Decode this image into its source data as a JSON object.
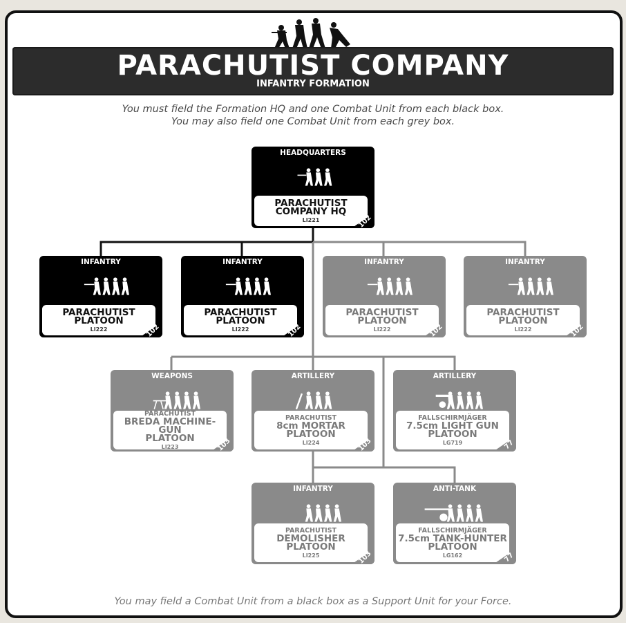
{
  "title": "PARACHUTIST COMPANY",
  "subtitle": "INFANTRY FORMATION",
  "instructions": [
    "You must field the Formation HQ and one Combat Unit from each black box.",
    "You may also field one Combat Unit from each grey box."
  ],
  "footer": "You may field a Combat Unit from a black box as a Support Unit for your Force.",
  "cards": [
    {
      "category": "HEADQUARTERS",
      "prefix": "",
      "name_lines": [
        "PARACHUTIST",
        "COMPANY HQ"
      ],
      "code": "LI221",
      "page": "102",
      "style": "black",
      "icon": "hq-soldiers-icon"
    },
    {
      "category": "INFANTRY",
      "prefix": "",
      "name_lines": [
        "PARACHUTIST",
        "PLATOON"
      ],
      "code": "LI222",
      "page": "102",
      "style": "black",
      "icon": "infantry-soldiers-icon"
    },
    {
      "category": "INFANTRY",
      "prefix": "",
      "name_lines": [
        "PARACHUTIST",
        "PLATOON"
      ],
      "code": "LI222",
      "page": "102",
      "style": "black",
      "icon": "infantry-soldiers-icon"
    },
    {
      "category": "INFANTRY",
      "prefix": "",
      "name_lines": [
        "PARACHUTIST",
        "PLATOON"
      ],
      "code": "LI222",
      "page": "102",
      "style": "grey",
      "icon": "infantry-soldiers-icon"
    },
    {
      "category": "INFANTRY",
      "prefix": "",
      "name_lines": [
        "PARACHUTIST",
        "PLATOON"
      ],
      "code": "LI222",
      "page": "102",
      "style": "grey",
      "icon": "infantry-soldiers-icon"
    },
    {
      "category": "WEAPONS",
      "prefix": "PARACHUTIST",
      "name_lines": [
        "BREDA MACHINE-GUN",
        "PLATOON"
      ],
      "code": "LI223",
      "page": "103",
      "style": "grey",
      "icon": "machine-gun-team-icon"
    },
    {
      "category": "ARTILLERY",
      "prefix": "PARACHUTIST",
      "name_lines": [
        "8cm MORTAR",
        "PLATOON"
      ],
      "code": "LI224",
      "page": "103",
      "style": "grey",
      "icon": "mortar-team-icon"
    },
    {
      "category": "ARTILLERY",
      "prefix": "FALLSCHIRMJÄGER",
      "name_lines": [
        "7.5cm LIGHT GUN",
        "PLATOON"
      ],
      "code": "LG719",
      "page": "77",
      "style": "grey",
      "icon": "light-gun-team-icon"
    },
    {
      "category": "INFANTRY",
      "prefix": "PARACHUTIST",
      "name_lines": [
        "DEMOLISHER",
        "PLATOON"
      ],
      "code": "LI225",
      "page": "103",
      "style": "grey",
      "icon": "demolisher-soldiers-icon"
    },
    {
      "category": "ANTI-TANK",
      "prefix": "FALLSCHIRMJÄGER",
      "name_lines": [
        "7.5cm TANK-HUNTER",
        "PLATOON"
      ],
      "code": "LG162",
      "page": "77",
      "style": "grey",
      "icon": "anti-tank-gun-team-icon"
    }
  ]
}
